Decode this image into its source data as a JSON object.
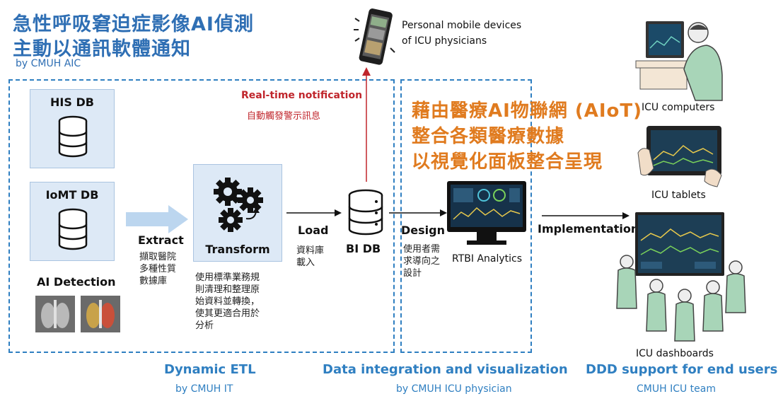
{
  "header": {
    "title_line1": "急性呼吸窘迫症影像AI偵測",
    "title_line2": "主動以通訊軟體通知",
    "byline": "by CMUH AIC"
  },
  "mobile": {
    "label_line1": "Personal mobile devices",
    "label_line2": "of ICU physicians"
  },
  "notification": {
    "en": "Real-time notification",
    "zh": "自動觸發警示訊息"
  },
  "sources": {
    "his_db": "HIS DB",
    "iomt_db": "IoMT DB",
    "ai_detection": "AI Detection"
  },
  "extract": {
    "label": "Extract",
    "zh_line1": "擷取醫院",
    "zh_line2": "多種性質",
    "zh_line3": "數據庫"
  },
  "transform": {
    "label": "Transform",
    "zh_line1": "使用標準業務規",
    "zh_line2": "則清理和整理原",
    "zh_line3": "始資料並轉換，",
    "zh_line4": "使其更適合用於",
    "zh_line5": "分析"
  },
  "load": {
    "label": "Load",
    "zh_line1": "資料庫",
    "zh_line2": "載入"
  },
  "bi_db": {
    "label": "BI DB"
  },
  "aiot": {
    "line1": "藉由醫療AI物聯網 (AIoT)",
    "line2": "整合各類醫療數據",
    "line3": "以視覺化面板整合呈現"
  },
  "design": {
    "label": "Design",
    "zh_line1": "使用者需",
    "zh_line2": "求導向之",
    "zh_line3": "設計"
  },
  "rtbi": {
    "label": "RTBI Analytics"
  },
  "implementation": {
    "label": "Implementation"
  },
  "endpoints": {
    "computers": "ICU computers",
    "tablets": "ICU tablets",
    "dashboards": "ICU dashboards"
  },
  "sections": {
    "etl_title": "Dynamic ETL",
    "etl_sub": "by CMUH IT",
    "div_title": "Data integration and visualization",
    "div_sub": "by CMUH ICU physician",
    "ddd_title": "DDD support for end users",
    "ddd_sub": "CMUH ICU team"
  },
  "colors": {
    "title_blue": "#2f6fb4",
    "dash_blue": "#2f7fc1",
    "notify_red": "#c0262c",
    "aiot_orange": "#e07b1f",
    "panel_bg": "#dde9f6"
  }
}
